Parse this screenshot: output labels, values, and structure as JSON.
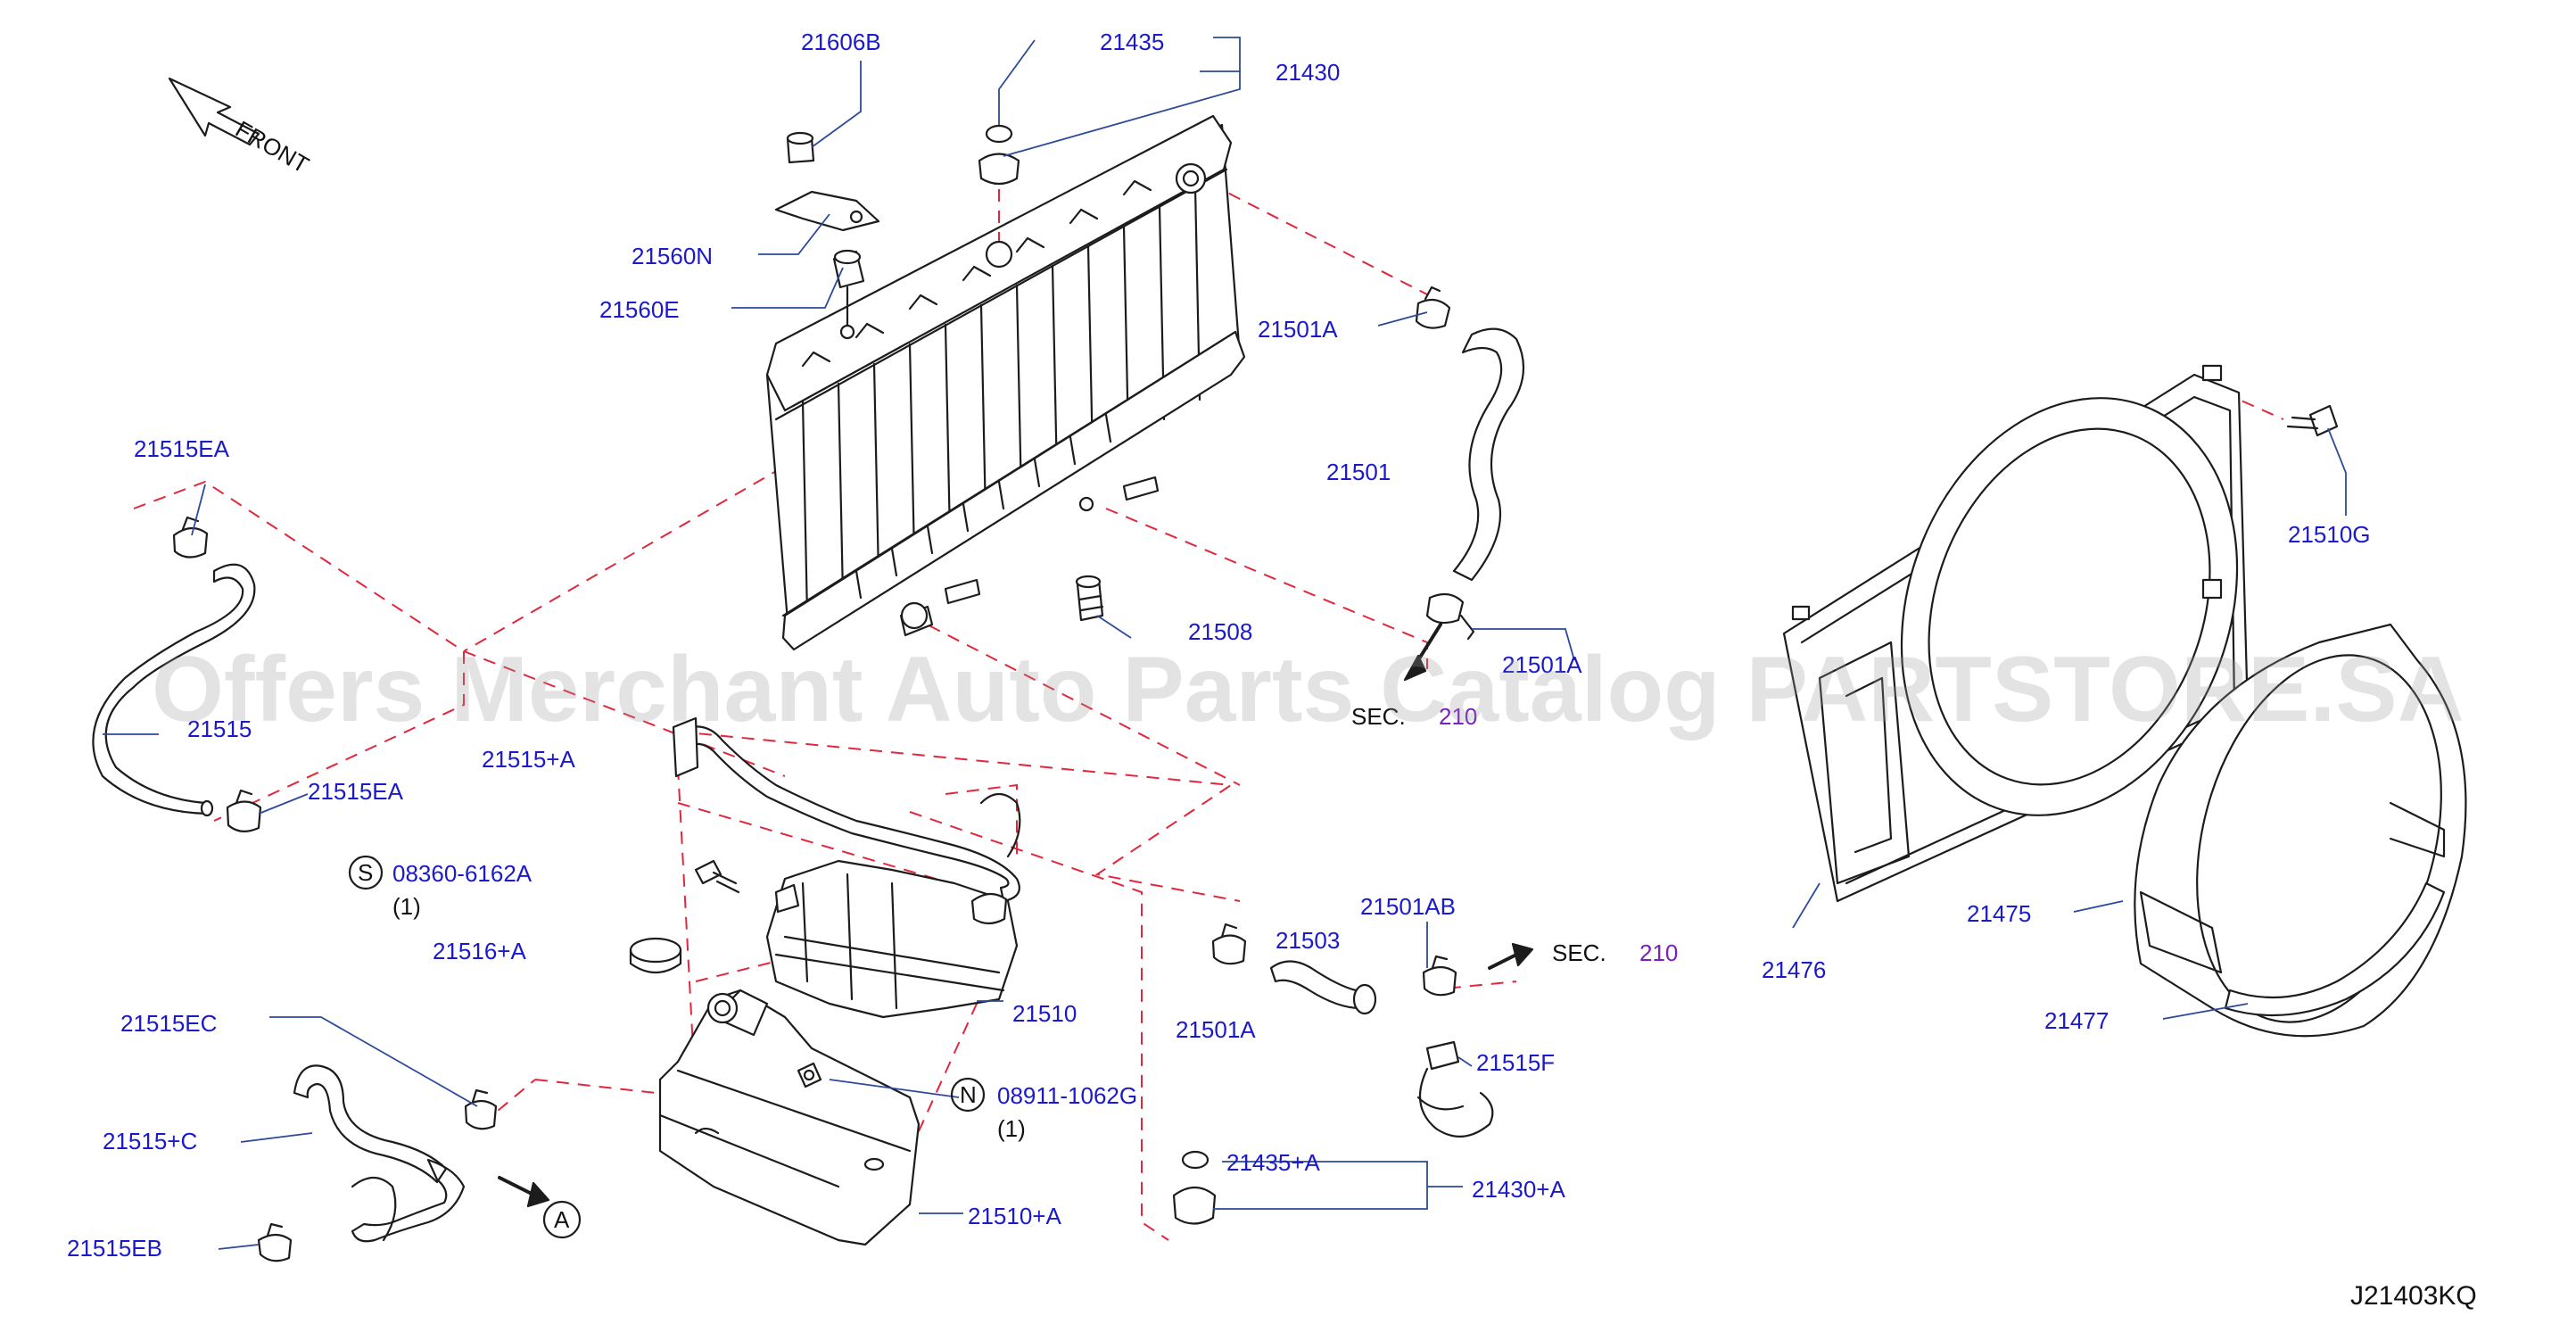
{
  "diagram": {
    "front_label": "FRONT",
    "watermark": "Offers Merchant Auto Parts Catalog PARTSTORE.SA",
    "drawing_code": "J21403KQ",
    "colors": {
      "part_number": "#1a1acc",
      "section_ref": "#7a1fc4",
      "phantom_line": "#e0283c",
      "leader": "#2c4a9a"
    },
    "labels": {
      "p21606B": "21606B",
      "p21435": "21435",
      "p21430": "21430",
      "p21560N": "21560N",
      "p21560E": "21560E",
      "p21501A_top": "21501A",
      "p21501": "21501",
      "p21508": "21508",
      "p21501A_mid": "21501A",
      "p21515EA_top": "21515EA",
      "p21515": "21515",
      "p21515EA_bottom": "21515EA",
      "p21515A": "21515+A",
      "p08360": "08360-6162A",
      "p08360_qty": "(1)",
      "p21516A": "21516+A",
      "p21510": "21510",
      "p21515EC": "21515EC",
      "p21515C": "21515+C",
      "p21515EB": "21515EB",
      "p08911": "08911-1062G",
      "p08911_qty": "(1)",
      "p21510A": "21510+A",
      "p21501AB": "21501AB",
      "p21503": "21503",
      "p21501A_low": "21501A",
      "p21515F": "21515F",
      "p21435A": "21435+A",
      "p21430A": "21430+A",
      "p21510G": "21510G",
      "p21476": "21476",
      "p21475": "21475",
      "p21477": "21477"
    },
    "section_refs": {
      "sec_upper_prefix": "SEC.",
      "sec_upper_num": "210",
      "sec_right_prefix": "SEC.",
      "sec_right_num": "210"
    },
    "symbols": {
      "screw_mark": "S",
      "nut_mark": "N",
      "view_mark": "A"
    }
  }
}
